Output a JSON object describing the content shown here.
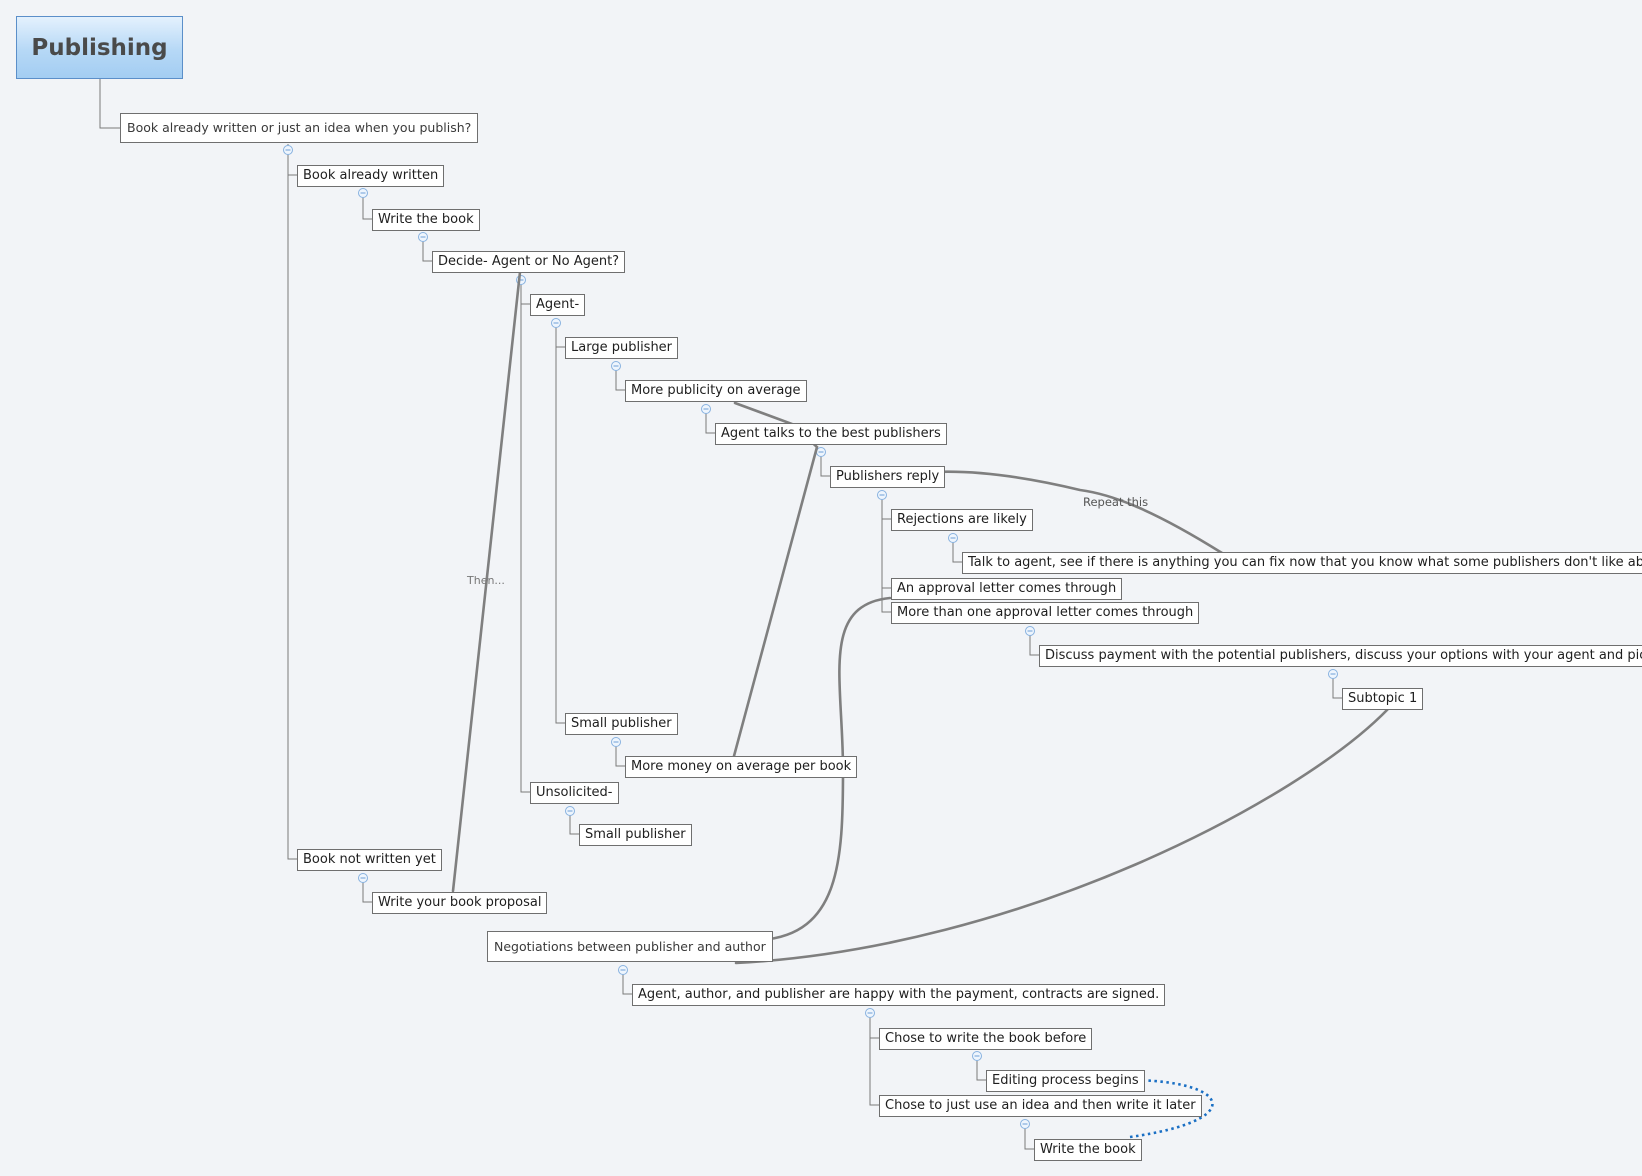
{
  "root": {
    "title": "Publishing"
  },
  "nodes": {
    "question": "Book already written or just an idea when you publish?",
    "book_written": "Book already written",
    "write_book_1": "Write the book",
    "decide_agent": "Decide- Agent or No Agent?",
    "agent": "Agent-",
    "large_publisher": "Large publisher",
    "more_publicity": "More publicity on average",
    "agent_talks": "Agent talks to the best publishers",
    "publishers_reply": "Publishers reply",
    "rejections": "Rejections are likely",
    "talk_to_agent": "Talk to agent, see if there is anything you can fix now that you know what some publishers don't like about it",
    "approval_letter": "An approval letter comes through",
    "more_approval": "More than one approval letter comes through",
    "discuss_payment": "Discuss payment with the potential publishers, discuss your options with your agent and pick one.",
    "subtopic_1": "Subtopic 1",
    "small_publisher_1": "Small publisher",
    "more_money": "More money on average per book",
    "unsolicited": "Unsolicited-",
    "small_publisher_2": "Small publisher",
    "book_not_written": "Book not written yet",
    "write_proposal": "Write your book proposal",
    "negotiations": "Negotiations between publisher and author",
    "contracts_signed": "Agent, author, and publisher are happy with the payment, contracts are signed.",
    "chose_before": "Chose to write the book before",
    "editing": "Editing process begins",
    "chose_idea": "Chose to just use an idea and then write it later",
    "write_book_2": "Write the book"
  },
  "relationships": {
    "then": "Then...",
    "repeat": "Repeat this"
  },
  "colors": {
    "background": "#f2f4f7",
    "connector": "#7a7a7a",
    "relationship": "#7f7f7f",
    "dotted_arrow": "#1a6fc4",
    "root_fill": "#b6d8f6",
    "toggle": "#88b2e0"
  }
}
